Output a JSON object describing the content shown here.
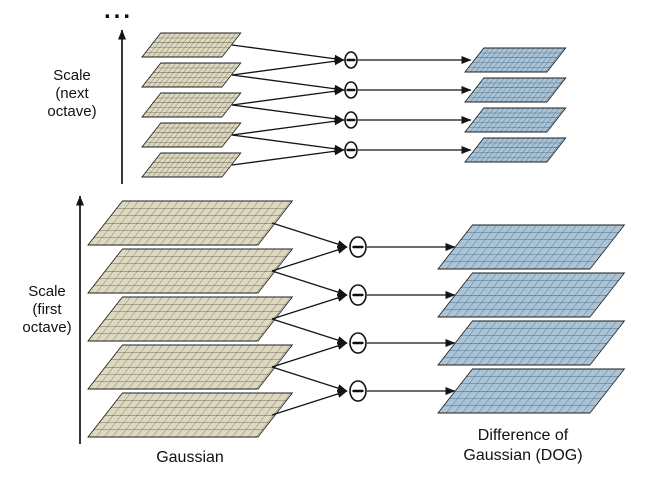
{
  "diagram": {
    "ellipsis": "...",
    "labels": {
      "scale_next_octave": [
        "Scale",
        "(next",
        "octave)"
      ],
      "scale_first_octave": [
        "Scale",
        "(first",
        "octave)"
      ],
      "gaussian": "Gaussian",
      "dog": [
        "Difference of",
        "Gaussian (DOG)"
      ]
    },
    "icons": {
      "minus_operator": "minus-icon",
      "scale_axis": "up-arrow-icon"
    },
    "colors": {
      "gaussian_fill": "#ddd8c0",
      "gaussian_grid": "#4a4633",
      "dog_fill": "#a9c4d8",
      "dog_grid": "#2e4a5c",
      "outline": "#1c1c1c",
      "arrow": "#141414",
      "background": "#ffffff"
    },
    "structure": {
      "octaves": [
        {
          "name": "next octave",
          "gaussian_levels": 5,
          "dog_levels": 4
        },
        {
          "name": "first octave",
          "gaussian_levels": 5,
          "dog_levels": 4
        }
      ],
      "operation": "adjacent Gaussian levels are subtracted to produce each DOG level"
    }
  }
}
